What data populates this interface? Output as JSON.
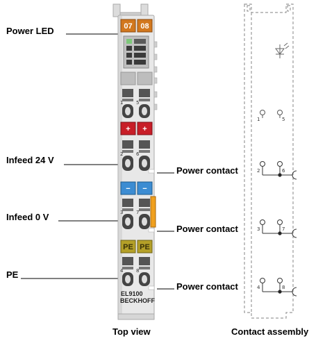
{
  "callouts": {
    "power_led": "Power LED",
    "infeed_24v": "Infeed 24 V",
    "infeed_0v": "Infeed 0 V",
    "pe": "PE",
    "power_contact_1": "Power contact",
    "power_contact_2": "Power contact",
    "power_contact_3": "Power contact"
  },
  "terminal": {
    "led_labels": [
      "07",
      "08"
    ],
    "plus_symbols": [
      "+",
      "+"
    ],
    "minus_symbols": [
      "−",
      "−"
    ],
    "pe_labels": [
      "PE",
      "PE"
    ],
    "model": "EL9100",
    "brand": "BECKHOFF",
    "terminal_numbers": [
      "1",
      "5",
      "2",
      "6",
      "3",
      "7",
      "4",
      "8"
    ]
  },
  "contact_assembly": {
    "contact_numbers": [
      "1",
      "5",
      "2",
      "6",
      "3",
      "7",
      "4",
      "8"
    ]
  },
  "captions": {
    "top_view": "Top view",
    "contact_assembly": "Contact assembly"
  },
  "colors": {
    "led_orange": "#d2781e",
    "plus_red": "#c81e28",
    "minus_blue": "#3c8cd2",
    "pe_yellow": "#b4a028",
    "side_contact_orange": "#f0a01e",
    "housing_grey": "#e8e8e8"
  }
}
